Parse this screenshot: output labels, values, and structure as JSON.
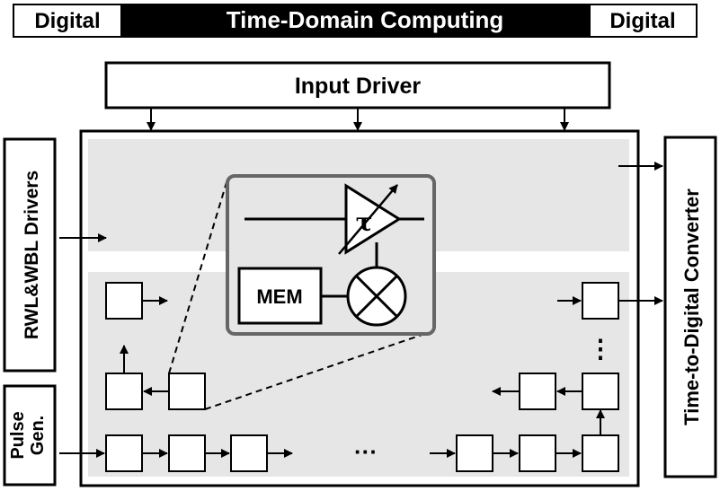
{
  "banner": {
    "left_label": "Digital",
    "center_label": "Time-Domain Computing",
    "right_label": "Digital"
  },
  "blocks": {
    "input_driver": "Input Driver",
    "rwl_wbl_drivers": "RWL&WBL Drivers",
    "pulse_gen_line1": "Pulse",
    "pulse_gen_line2": "Gen.",
    "tdc": "Time-to-Digital Converter"
  },
  "cell_detail": {
    "delay_symbol": "τ",
    "memory_label": "MEM"
  },
  "ellipsis": {
    "horizontal": "···",
    "vertical": "⋮"
  },
  "colors": {
    "panel_fill": "#e6e6e6",
    "detail_border": "#666666",
    "stroke": "#000000"
  }
}
